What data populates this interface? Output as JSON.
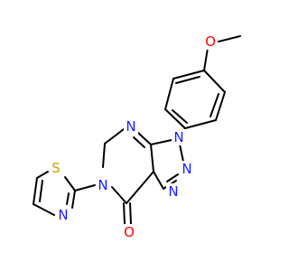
{
  "molecule": {
    "colors": {
      "bond": "#000000",
      "N": "#1a1aff",
      "O": "#ff0000",
      "S": "#c8a000"
    },
    "atoms": {
      "o_methoxy": "O",
      "n_triazole_1": "N",
      "n_triazole_2": "N",
      "n_triazole_3": "N",
      "n_pyrimidine_1": "N",
      "n_pyrimidine_2": "N",
      "o_carbonyl": "O",
      "s_thiazole": "S",
      "n_thiazole": "N"
    }
  }
}
